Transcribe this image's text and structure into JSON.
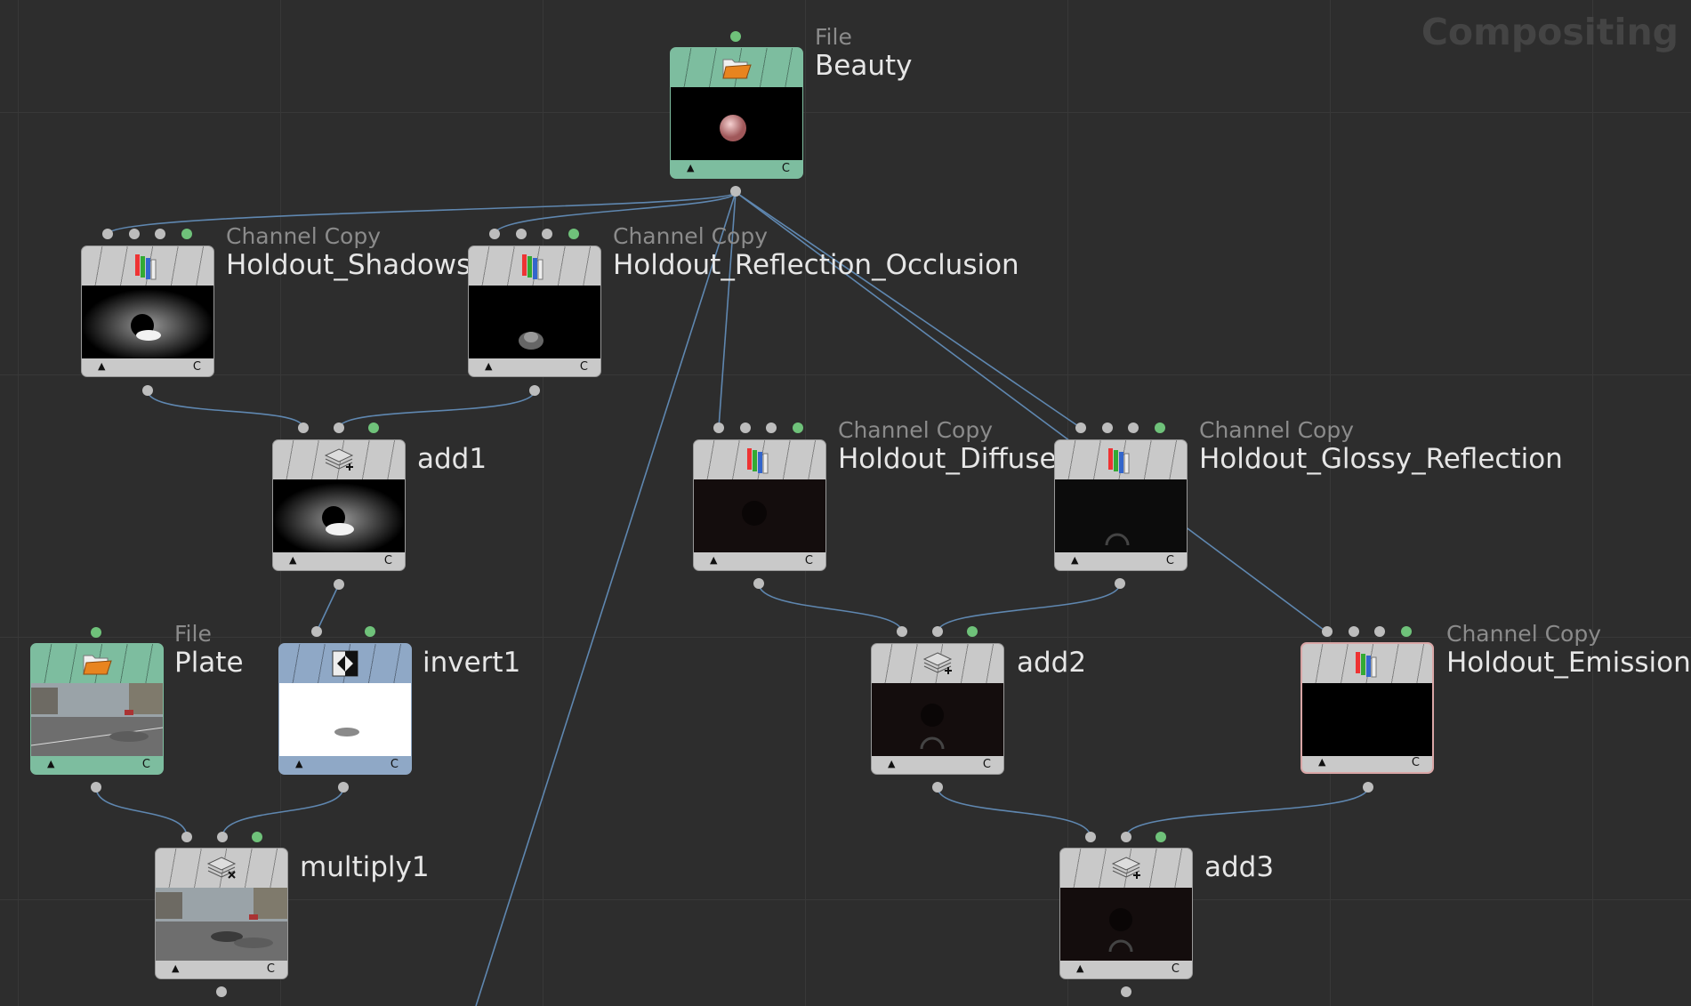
{
  "context": "Compositing",
  "nodes": {
    "beauty": {
      "type": "File",
      "name": "Beauty",
      "flag": "▲",
      "cook": "C",
      "icon": "folder-open-icon"
    },
    "holdout_shadows": {
      "type": "Channel Copy",
      "name": "Holdout_Shadows",
      "flag": "▲",
      "cook": "C",
      "icon": "channel-copy-icon"
    },
    "holdout_reflection_occlusion": {
      "type": "Channel Copy",
      "name": "Holdout_Reflection_Occlusion",
      "flag": "▲",
      "cook": "C",
      "icon": "channel-copy-icon"
    },
    "add1": {
      "type": "",
      "name": "add1",
      "flag": "▲",
      "cook": "C",
      "icon": "layers-add-icon"
    },
    "holdout_diffuse": {
      "type": "Channel Copy",
      "name": "Holdout_Diffuse",
      "flag": "▲",
      "cook": "C",
      "icon": "channel-copy-icon"
    },
    "holdout_glossy_reflection": {
      "type": "Channel Copy",
      "name": "Holdout_Glossy_Reflection",
      "flag": "▲",
      "cook": "C",
      "icon": "channel-copy-icon"
    },
    "plate": {
      "type": "File",
      "name": "Plate",
      "flag": "▲",
      "cook": "C",
      "icon": "folder-open-icon"
    },
    "invert1": {
      "type": "",
      "name": "invert1",
      "flag": "▲",
      "cook": "C",
      "icon": "invert-icon"
    },
    "add2": {
      "type": "",
      "name": "add2",
      "flag": "▲",
      "cook": "C",
      "icon": "layers-add-icon"
    },
    "holdout_emission": {
      "type": "Channel Copy",
      "name": "Holdout_Emission",
      "flag": "▲",
      "cook": "C",
      "icon": "channel-copy-icon"
    },
    "multiply1": {
      "type": "",
      "name": "multiply1",
      "flag": "▲",
      "cook": "C",
      "icon": "layers-multiply-icon"
    },
    "add3": {
      "type": "",
      "name": "add3",
      "flag": "▲",
      "cook": "C",
      "icon": "layers-add-icon"
    }
  },
  "colors": {
    "background": "#2d2d2d",
    "wire": "#5f87b0",
    "file_node": "#7dbd9f",
    "invert_node": "#8fa8c6",
    "default_node": "#c9c9c9",
    "active_port": "#6fc27a"
  }
}
